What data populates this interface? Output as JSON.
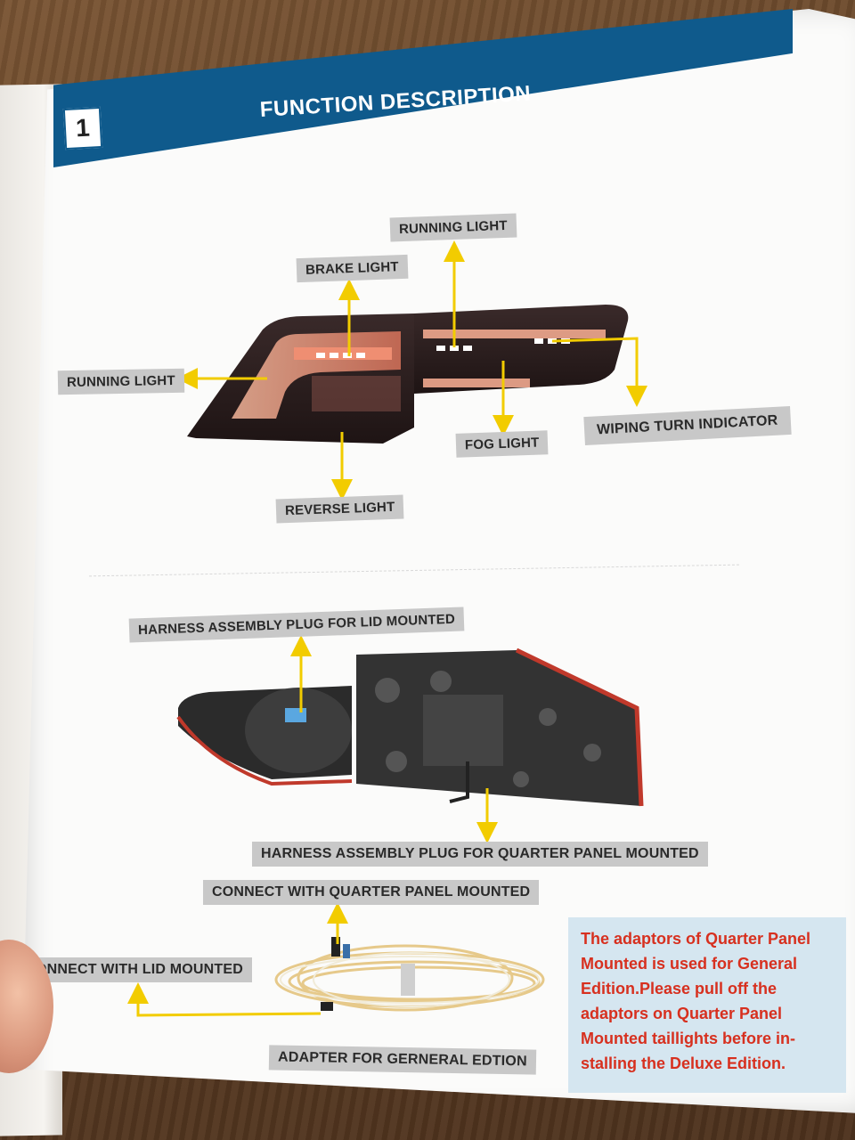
{
  "page": {
    "section_number": "1",
    "title": "FUNCTION DESCRIPTION"
  },
  "top_diagram": {
    "labels": {
      "running_light_top": "RUNNING LIGHT",
      "brake_light": "BRAKE LIGHT",
      "running_light_left": "RUNNING LIGHT",
      "fog_light": "FOG LIGHT",
      "wiping_turn_indicator": "WIPING TURN INDICATOR",
      "reverse_light": "REVERSE LIGHT"
    }
  },
  "bottom_diagram": {
    "labels": {
      "harness_lid": "HARNESS ASSEMBLY PLUG FOR LID MOUNTED",
      "harness_quarter": "HARNESS ASSEMBLY PLUG FOR QUARTER PANEL MOUNTED",
      "connect_quarter": "CONNECT WITH QUARTER PANEL MOUNTED",
      "connect_lid": "ONNECT WITH LID MOUNTED",
      "adapter": "ADAPTER FOR GERNERAL EDTION"
    }
  },
  "note": {
    "lines": [
      "The adaptors of Quarter Panel",
      "Mounted is used for General",
      "Edition.Please pull off the",
      "adaptors on Quarter Panel",
      "Mounted taillights before in-",
      "stalling the Deluxe Edition."
    ]
  },
  "colors": {
    "banner": "#0f5a8c",
    "arrow": "#f2cc00",
    "label_bg": "#c8c8c8",
    "note_bg": "#d5e6f0",
    "note_text": "#d7301f"
  }
}
